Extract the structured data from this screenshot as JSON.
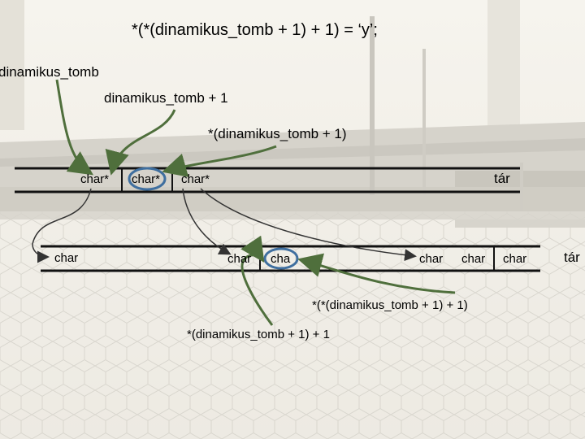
{
  "slide": {
    "title": "*(*(dinamikus_tomb + 1) + 1) = ‘y’;"
  },
  "labels": {
    "var_name": "dinamikus_tomb",
    "plus_one": "dinamikus_tomb + 1",
    "deref_plus_one": "*(dinamikus_tomb + 1)",
    "deref_deref": "*(*(dinamikus_tomb + 1) + 1)",
    "deref_plus_one_plus_one": "*(dinamikus_tomb + 1) + 1"
  },
  "pointer_row": {
    "cells": [
      "char*",
      "char*",
      "char*"
    ],
    "store_label": "tár"
  },
  "char_row": {
    "first_cell": "char",
    "middle_cells": [
      "char",
      "cha"
    ],
    "end_cells": [
      "char",
      "char",
      "char"
    ],
    "store_label": "tár"
  },
  "colors": {
    "arrow_green": "#4f6f3c",
    "arrow_dark": "#3a3a3a",
    "circle_blue": "#3f6f9f",
    "row_line": "#111111"
  }
}
